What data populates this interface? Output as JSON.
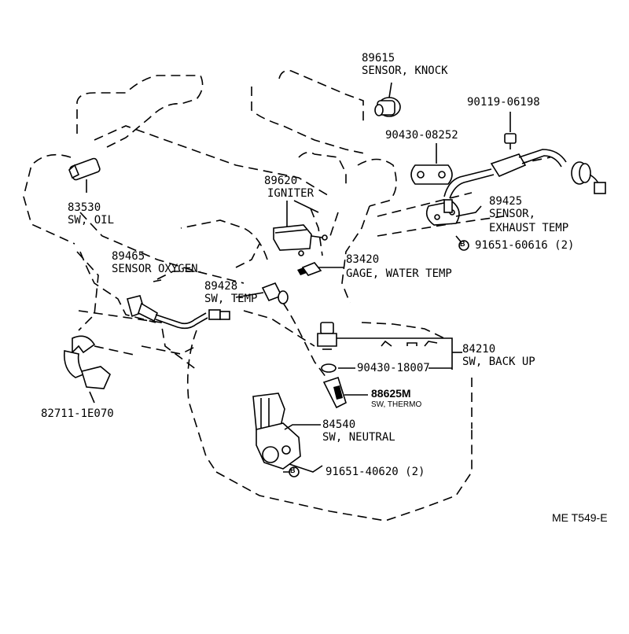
{
  "parts": {
    "knock_sensor": {
      "number": "89615",
      "name": "SENSOR, KNOCK"
    },
    "bolt_upper": {
      "number": "90119-06198"
    },
    "gasket_exhaust": {
      "number": "90430-08252"
    },
    "oil_switch": {
      "number": "83530",
      "name": "SW, OIL"
    },
    "igniter": {
      "number": "89620",
      "name": "IGNITER"
    },
    "exhaust_temp_sensor": {
      "number": "89425",
      "name_line1": "SENSOR,",
      "name_line2": "EXHAUST TEMP"
    },
    "bolt_exhaust": {
      "marker": "B",
      "number": "91651-60616 (2)"
    },
    "oxygen_sensor": {
      "number": "89465",
      "name": "SENSOR OXYGEN"
    },
    "water_temp_gage": {
      "number": "83420",
      "name": "GAGE, WATER TEMP"
    },
    "temp_switch": {
      "number": "89428",
      "name": "SW, TEMP"
    },
    "backup_switch": {
      "number": "84210",
      "name": "SW, BACK UP"
    },
    "gasket_backup": {
      "number": "90430-18007"
    },
    "thermo_switch": {
      "number": "88625M",
      "name": "SW, THERMO"
    },
    "clamp": {
      "number": "82711-1E070"
    },
    "neutral_switch": {
      "number": "84540",
      "name": "SW, NEUTRAL"
    },
    "bolt_neutral": {
      "marker": "B",
      "number": "91651-40620 (2)"
    }
  },
  "figure_code": "ME T549-E"
}
